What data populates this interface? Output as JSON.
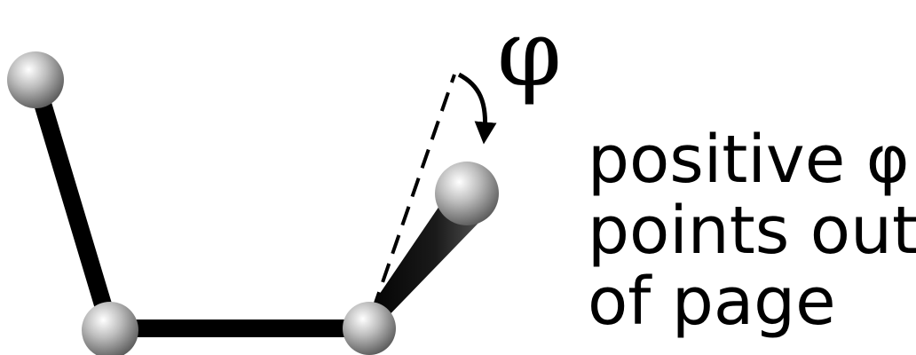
{
  "diagram": {
    "angle_symbol": "φ",
    "caption": {
      "line1": "positive φ",
      "line2": "points out",
      "line3": "of page"
    }
  },
  "colors": {
    "bond": "#000000",
    "atom_highlight": "#ffffff",
    "atom_mid": "#b8b8b8",
    "atom_shadow": "#6a6a6a",
    "background": "#ffffff"
  }
}
